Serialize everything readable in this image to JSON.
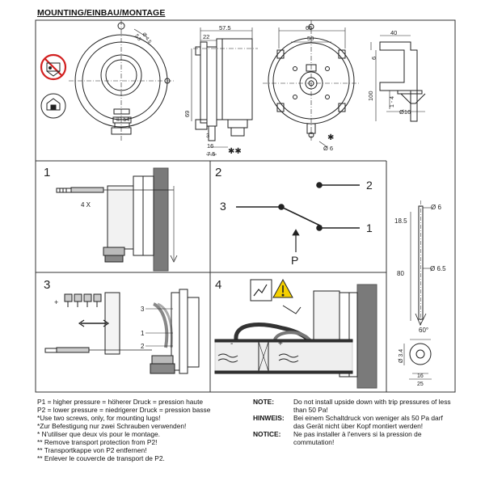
{
  "title": "MOUNTING/EINBAU/MONTAGE",
  "drawing": {
    "dims": {
      "d45": "Ø 4.5",
      "d55": "5.5",
      "ip": "IP 54",
      "w575": "57.5",
      "w22": "22",
      "h69": "69",
      "d3": "3",
      "d16": "16",
      "d75": "7.5",
      "stars2": "✱✱",
      "w65": "65",
      "w50": "50",
      "star1": "✱",
      "d6": "Ø 6",
      "w40": "40",
      "h6": "6",
      "h100": "100",
      "h14": "1 - 4",
      "d16b": "Ø16",
      "rod_d6": "Ø 6",
      "rod_185": "18.5",
      "rod_80": "80",
      "rod_d65": "Ø 6.5",
      "rod_60": "60°",
      "rod_d34": "Ø 3.4",
      "rod_16": "16",
      "rod_25": "25"
    },
    "steps": {
      "s1": "1",
      "s2": "2",
      "s3": "3",
      "s4": "4"
    },
    "step1": {
      "count": "4 X"
    },
    "step2": {
      "n3": "3",
      "n2": "2",
      "n1": "1",
      "p": "P"
    },
    "step3": {
      "plus": "+",
      "l3": "3",
      "l1": "1",
      "l2": "2"
    },
    "step4": {
      "minus": "-",
      "plus": "+"
    }
  },
  "notes": {
    "left": [
      "P1 = higher pressure = höherer Druck = pression haute",
      "P2 = lower pressure = niedrigerer Druck = pression basse",
      "*Use two screws, only, for mounting lugs!",
      "*Zur Befestigung nur zwei Schrauben verwenden!",
      "* N'utiliser que deux vis pour le montage.",
      "** Remove transport protection from P2!",
      "** Transportkappe von P2 entfernen!",
      "** Enlever le couvercle de transport de P2."
    ],
    "right": [
      {
        "key": "NOTE:",
        "text": "Do not install upside down with trip pressures of less than 50 Pa!"
      },
      {
        "key": "HINWEIS:",
        "text": "Bei einem Schaltdruck von weniger als 50 Pa darf das Gerät nicht über Kopf montiert werden!"
      },
      {
        "key": "NOTICE:",
        "text": "Ne pas installer à l'envers si la pression de commutation!"
      }
    ]
  },
  "colors": {
    "warning": "#f5d000",
    "prohibit": "#d22020",
    "line": "#222222",
    "wall": "#7a7a7a"
  }
}
